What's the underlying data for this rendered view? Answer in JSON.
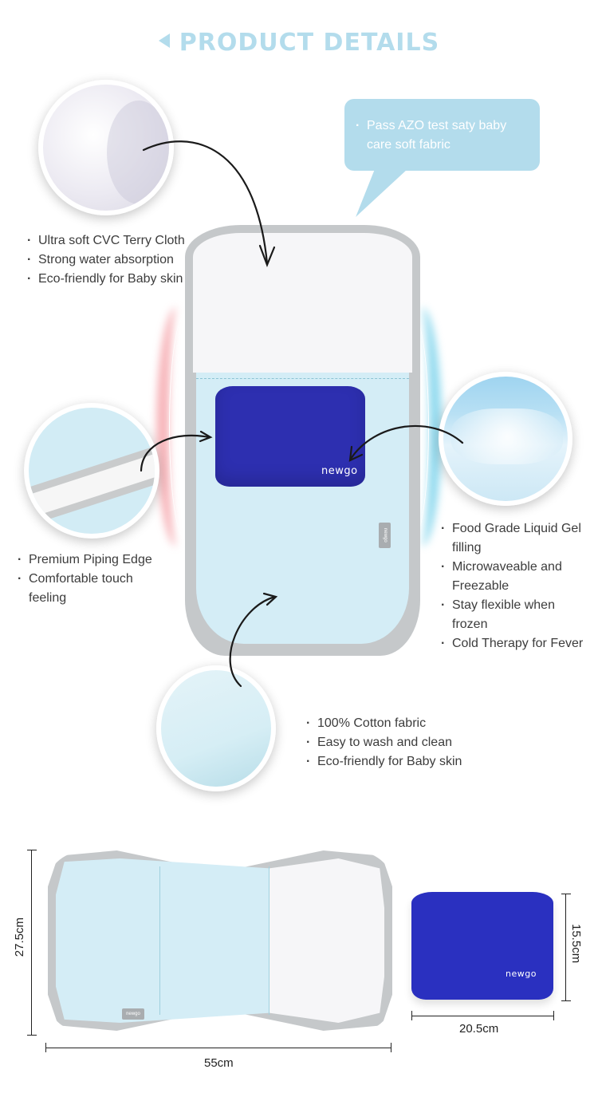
{
  "title": {
    "text": "PRODUCT DETAILS",
    "icon": "triangle-left-icon",
    "color": "#b3dcec"
  },
  "bubble": {
    "text": "Pass AZO test saty baby care soft fabric",
    "color": "#b3dcec"
  },
  "features": {
    "terry": {
      "image": "terry-cloth-closeup",
      "items": [
        "Ultra soft CVC Terry Cloth",
        "Strong water absorption",
        "Eco-friendly for Baby skin"
      ]
    },
    "piping": {
      "image": "piping-edge-closeup",
      "items": [
        "Premium Piping Edge",
        "Comfortable touch feeling"
      ]
    },
    "gel": {
      "image": "ice-gel-closeup",
      "items": [
        "Food Grade Liquid Gel filling",
        "Microwaveable and Freezable",
        "Stay flexible when frozen",
        "Cold Therapy for Fever"
      ]
    },
    "cotton": {
      "image": "cotton-fabric-closeup",
      "items": [
        "100% Cotton fabric",
        "Easy to wash and clean",
        "Eco-friendly for Baby skin"
      ]
    }
  },
  "product": {
    "brand": "newgo",
    "gel_color": "#2d2fb0",
    "cotton_color": "#d4edf6",
    "piping_color": "#c5c8ca",
    "warm_glow": "#f07882",
    "cool_glow": "#3cbee1"
  },
  "dimensions": {
    "pad_height": "27.5cm",
    "pad_width": "55cm",
    "gel_height": "15.5cm",
    "gel_width": "20.5cm"
  }
}
